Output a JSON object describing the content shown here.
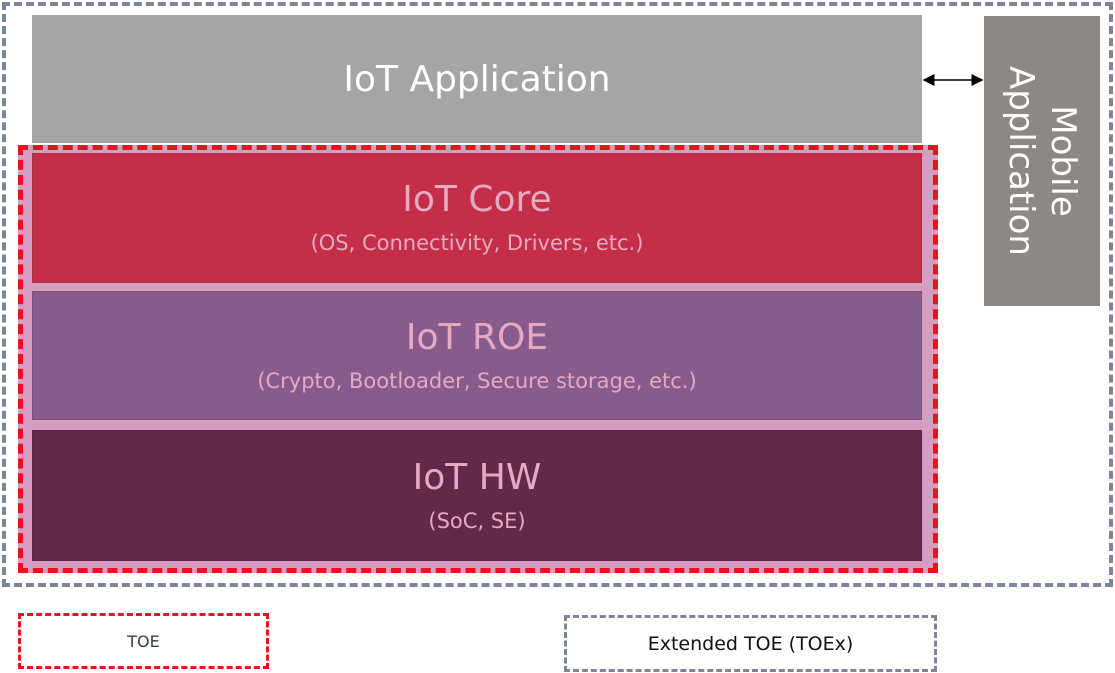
{
  "diagram": {
    "application": {
      "label": "IoT Application",
      "color": "#a6a5a5"
    },
    "mobile": {
      "line1": "Mobile",
      "line2": "Application",
      "color": "#8c8886"
    },
    "layers": [
      {
        "title": "IoT Core",
        "subtitle": "(OS, Connectivity, Drivers, etc.)",
        "color": "#c42e49"
      },
      {
        "title": "IoT ROE",
        "subtitle": "(Crypto, Bootloader, Secure storage, etc.)",
        "color": "#875b8b"
      },
      {
        "title": "IoT HW",
        "subtitle": "(SoC, SE)",
        "color": "#63294b"
      }
    ],
    "legend": {
      "toe": "TOE",
      "toex": "Extended TOE (TOEx)",
      "toe_color": "#e8131f",
      "toex_color": "#7b8799"
    }
  }
}
